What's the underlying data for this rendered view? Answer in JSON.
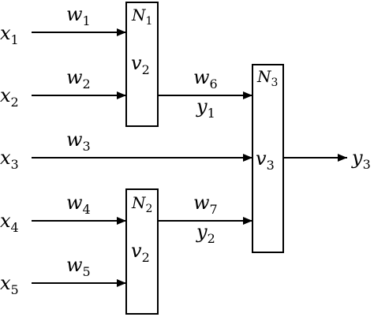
{
  "diagram": {
    "inputs": [
      {
        "id": "x1",
        "var": "x",
        "sub": "1"
      },
      {
        "id": "x2",
        "var": "x",
        "sub": "2"
      },
      {
        "id": "x3",
        "var": "x",
        "sub": "3"
      },
      {
        "id": "x4",
        "var": "x",
        "sub": "4"
      },
      {
        "id": "x5",
        "var": "x",
        "sub": "5"
      }
    ],
    "weights": [
      {
        "id": "w1",
        "var": "w",
        "sub": "1"
      },
      {
        "id": "w2",
        "var": "w",
        "sub": "2"
      },
      {
        "id": "w3",
        "var": "w",
        "sub": "3"
      },
      {
        "id": "w4",
        "var": "w",
        "sub": "4"
      },
      {
        "id": "w5",
        "var": "w",
        "sub": "5"
      },
      {
        "id": "w6",
        "var": "w",
        "sub": "6"
      },
      {
        "id": "w7",
        "var": "w",
        "sub": "7"
      }
    ],
    "nodes": [
      {
        "id": "N1",
        "name_var": "N",
        "name_sub": "1",
        "value_var": "v",
        "value_sub": "2"
      },
      {
        "id": "N2",
        "name_var": "N",
        "name_sub": "2",
        "value_var": "v",
        "value_sub": "2"
      },
      {
        "id": "N3",
        "name_var": "N",
        "name_sub": "3",
        "value_var": "v",
        "value_sub": "3"
      }
    ],
    "signals": [
      {
        "id": "y1",
        "var": "y",
        "sub": "1"
      },
      {
        "id": "y2",
        "var": "y",
        "sub": "2"
      },
      {
        "id": "y3",
        "var": "y",
        "sub": "3"
      }
    ]
  }
}
